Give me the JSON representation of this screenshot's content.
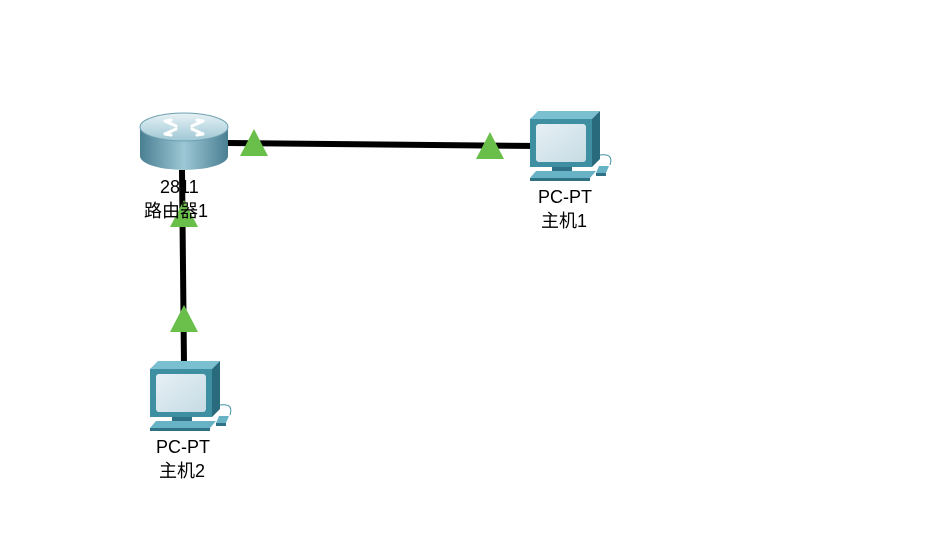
{
  "devices": [
    {
      "model": "2811",
      "name": "路由器1",
      "type": "router-icon"
    },
    {
      "model": "PC-PT",
      "name": "主机1",
      "type": "pc-icon"
    },
    {
      "model": "PC-PT",
      "name": "主机2",
      "type": "pc-icon"
    }
  ],
  "links": [
    {
      "from": "路由器1",
      "to": "主机1",
      "status": "up"
    },
    {
      "from": "路由器1",
      "to": "主机2",
      "status": "up"
    }
  ],
  "colors": {
    "link": "#000000",
    "link_up_indicator": "#6abf4b",
    "router_body": "#7fb3c4",
    "pc_body": "#3f8fa3",
    "pc_screen": "#d5e6ee",
    "background": "#ffffff"
  }
}
